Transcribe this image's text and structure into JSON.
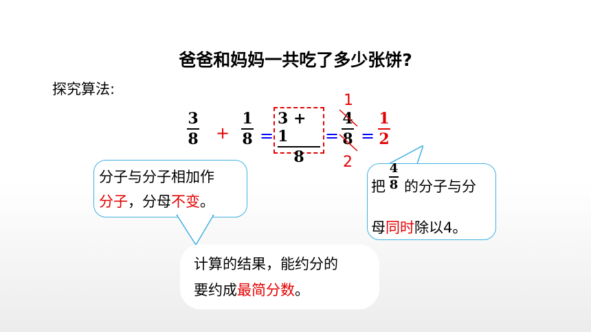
{
  "title": "爸爸和妈妈一共吃了多少张饼?",
  "subtitle": "探究算法:",
  "equation": {
    "frac1": {
      "num": "3",
      "den": "8"
    },
    "plus": "+",
    "frac2": {
      "num": "1",
      "den": "8"
    },
    "eq1": "=",
    "frac3": {
      "num": "3 + 1",
      "den": "8"
    },
    "eq2": "=",
    "frac4": {
      "num": "4",
      "den": "8"
    },
    "cancel_top": "1",
    "cancel_bottom": "2",
    "eq3": "=",
    "frac5": {
      "num": "1",
      "den": "2"
    }
  },
  "bubble_left": {
    "line1": "分子与分子相加作",
    "line2_red": "分子",
    "line2_rest": "，分母",
    "line2_red2": "不变",
    "line2_end": "。"
  },
  "bubble_right": {
    "prefix": "把",
    "frac": {
      "num": "4",
      "den": "8"
    },
    "line1_rest": "的分子与分",
    "line2_pre": "母",
    "line2_red": "同时",
    "line2_rest": "除以4。"
  },
  "bubble_bottom": {
    "line1": "计算的结果，能约分的",
    "line2_pre": "要约成",
    "line2_red": "最简分数",
    "line2_end": "。"
  },
  "colors": {
    "accent_red": "#e30000",
    "accent_blue": "#0000ff",
    "bubble_border": "#3fb0e0"
  }
}
